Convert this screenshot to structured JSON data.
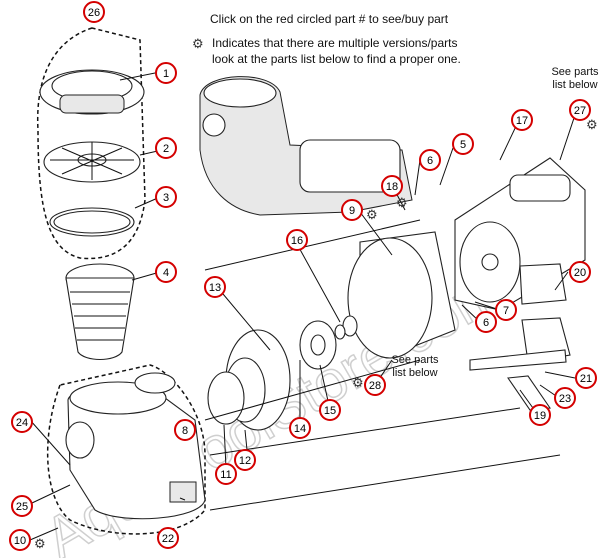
{
  "header": {
    "line1": "Click on the red circled part # to see/buy part",
    "line2": "Indicates that there are multiple versions/parts",
    "line3": "look at the parts list below to find a proper one."
  },
  "notes": {
    "motor_note": "See parts list below",
    "seal_note": "See parts list below"
  },
  "watermark": "AquaPoolStore.com",
  "icons": {
    "multi_version": "gear-icon"
  },
  "colors": {
    "callout_ring": "#d40000",
    "line": "#111111"
  },
  "parts": [
    "1",
    "2",
    "3",
    "4",
    "5",
    "6",
    "7",
    "8",
    "9",
    "10",
    "11",
    "12",
    "13",
    "14",
    "15",
    "16",
    "17",
    "18",
    "19",
    "20",
    "21",
    "22",
    "23",
    "24",
    "25",
    "26",
    "27",
    "28"
  ]
}
